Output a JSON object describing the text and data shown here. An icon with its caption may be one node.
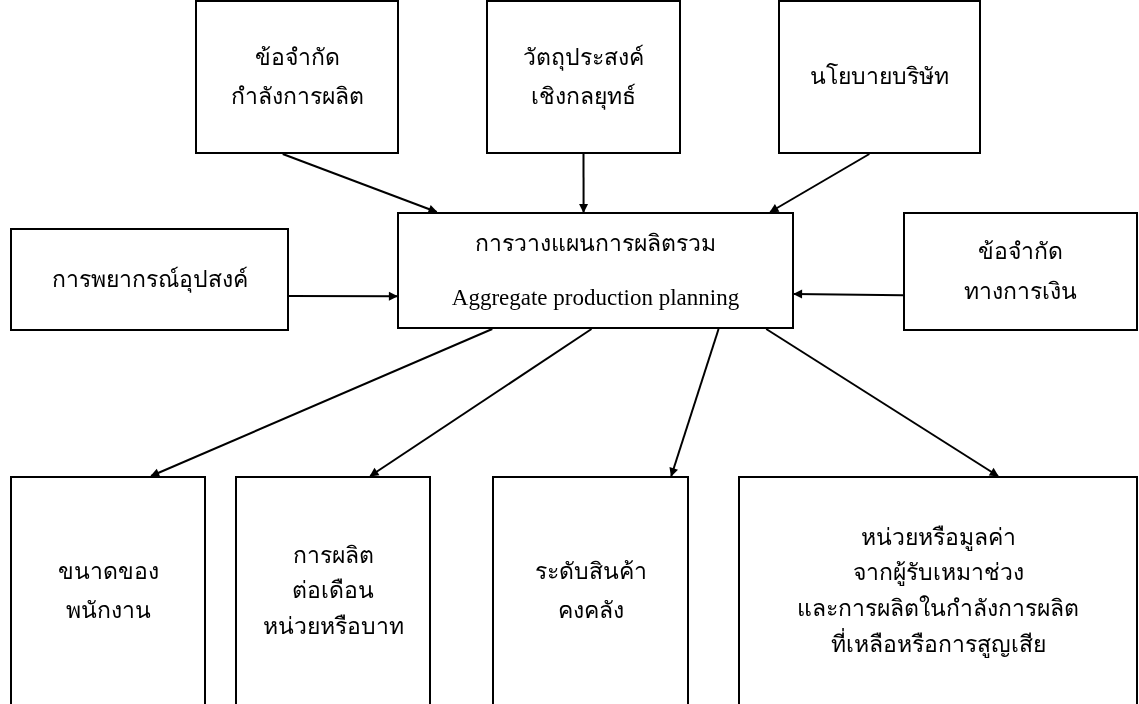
{
  "diagram": {
    "nodes": [
      {
        "text": [
          "ข้อจำกัด กำลังการผลิต"
        ]
      },
      {
        "text": [
          "วัตถุประสงค์ เชิงกลยุทธ์"
        ]
      },
      {
        "text": [
          "นโยบายบริษัท"
        ]
      },
      {
        "text": [
          "การพยากรณ์อุปสงค์"
        ]
      },
      {
        "text": [
          "การวางแผนการผลิตรวม",
          "Aggregate production planning"
        ]
      },
      {
        "text": [
          "ข้อจำกัด ทางการเงิน"
        ]
      },
      {
        "text": [
          "ขนาดของ พนักงาน"
        ]
      },
      {
        "text": [
          "การผลิต ต่อเดือน หน่วยหรือบาท"
        ]
      },
      {
        "text": [
          "ระดับสินค้า คงคลัง"
        ]
      },
      {
        "text": [
          "หน่วยหรือมูลค่า จากผู้รับเหมาช่วง และการผลิตในกำลังการผลิต ที่เหลือหรือการสูญเสีย"
        ]
      }
    ],
    "edges": [
      {
        "from": 0,
        "to": 4,
        "arrow": "to"
      },
      {
        "from": 1,
        "to": 4,
        "arrow": "to"
      },
      {
        "from": 2,
        "to": 4,
        "arrow": "to"
      },
      {
        "from": 3,
        "to": 4,
        "arrow": "to"
      },
      {
        "from": 5,
        "to": 4,
        "arrow": "to"
      },
      {
        "from": 4,
        "to": 6,
        "arrow": "to"
      },
      {
        "from": 4,
        "to": 7,
        "arrow": "to"
      },
      {
        "from": 4,
        "to": 8,
        "arrow": "to"
      },
      {
        "from": 4,
        "to": 9,
        "arrow": "to"
      }
    ]
  }
}
